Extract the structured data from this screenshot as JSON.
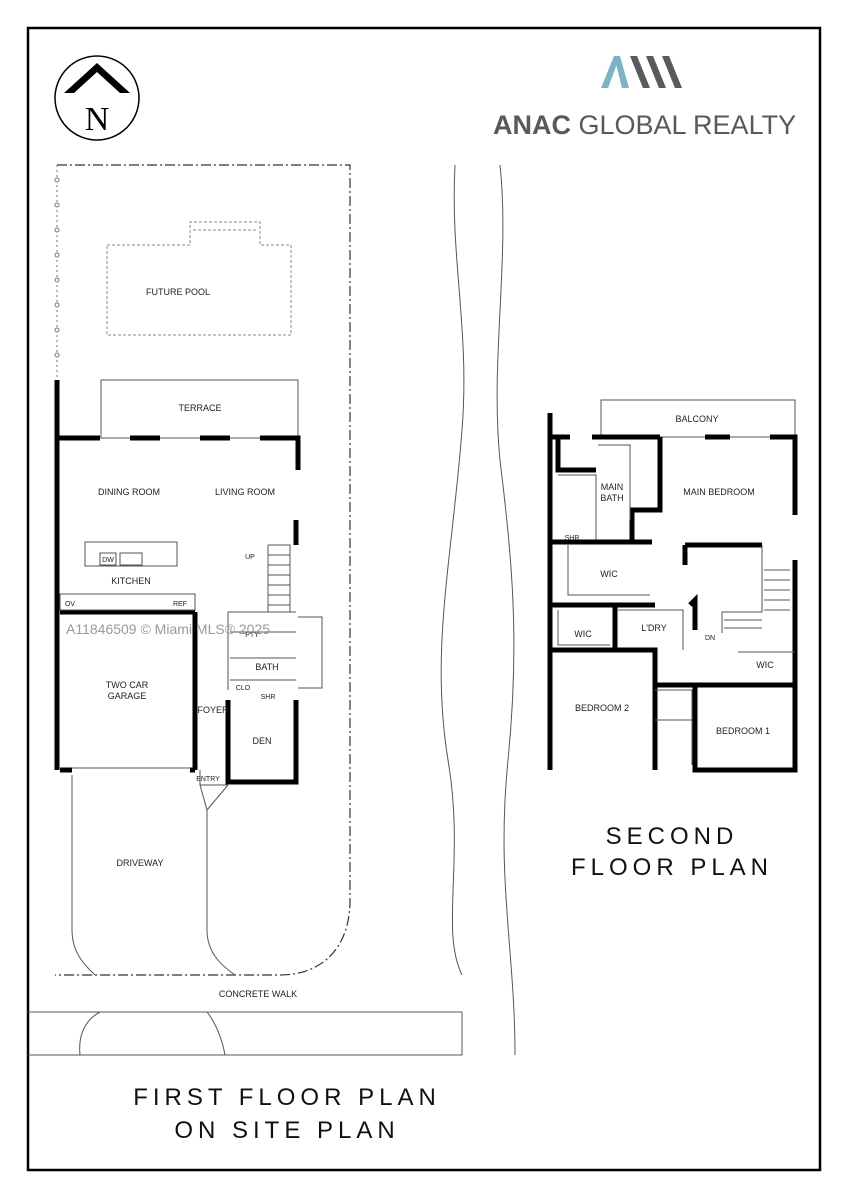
{
  "brand": {
    "name": "ANAC GLOBAL REALTY",
    "name_bold": "ANAC",
    "name_rest": " GLOBAL REALTY",
    "logo_colors": {
      "accent": "#7fb3c4",
      "dark": "#58595b"
    }
  },
  "north_arrow": {
    "letter": "N"
  },
  "watermark": "A11846509 © Miami MLS® 2025",
  "first_floor": {
    "title_line1": "FIRST FLOOR PLAN",
    "title_line2": "ON SITE PLAN",
    "labels": {
      "future_pool": "FUTURE POOL",
      "terrace": "TERRACE",
      "dining_room": "DINING ROOM",
      "living_room": "LIVING ROOM",
      "kitchen": "KITCHEN",
      "dw": "DW",
      "ov": "OV",
      "ref": "REF",
      "up": "UP",
      "pty": "PTY",
      "bath": "BATH",
      "clo": "CLO",
      "shr": "SHR",
      "garage_1": "TWO CAR",
      "garage_2": "GARAGE",
      "foyer": "FOYER",
      "den": "DEN",
      "entry": "ENTRY",
      "driveway": "DRIVEWAY",
      "concrete_walk": "CONCRETE WALK"
    }
  },
  "second_floor": {
    "title_line1": "SECOND",
    "title_line2": "FLOOR PLAN",
    "labels": {
      "balcony": "BALCONY",
      "main_bath_1": "MAIN",
      "main_bath_2": "BATH",
      "shr": "SHR",
      "main_bedroom": "MAIN BEDROOM",
      "wic": "WIC",
      "laundry": "L'DRY",
      "dn": "DN",
      "bedroom_2": "BEDROOM 2",
      "bedroom_1": "BEDROOM 1"
    }
  }
}
